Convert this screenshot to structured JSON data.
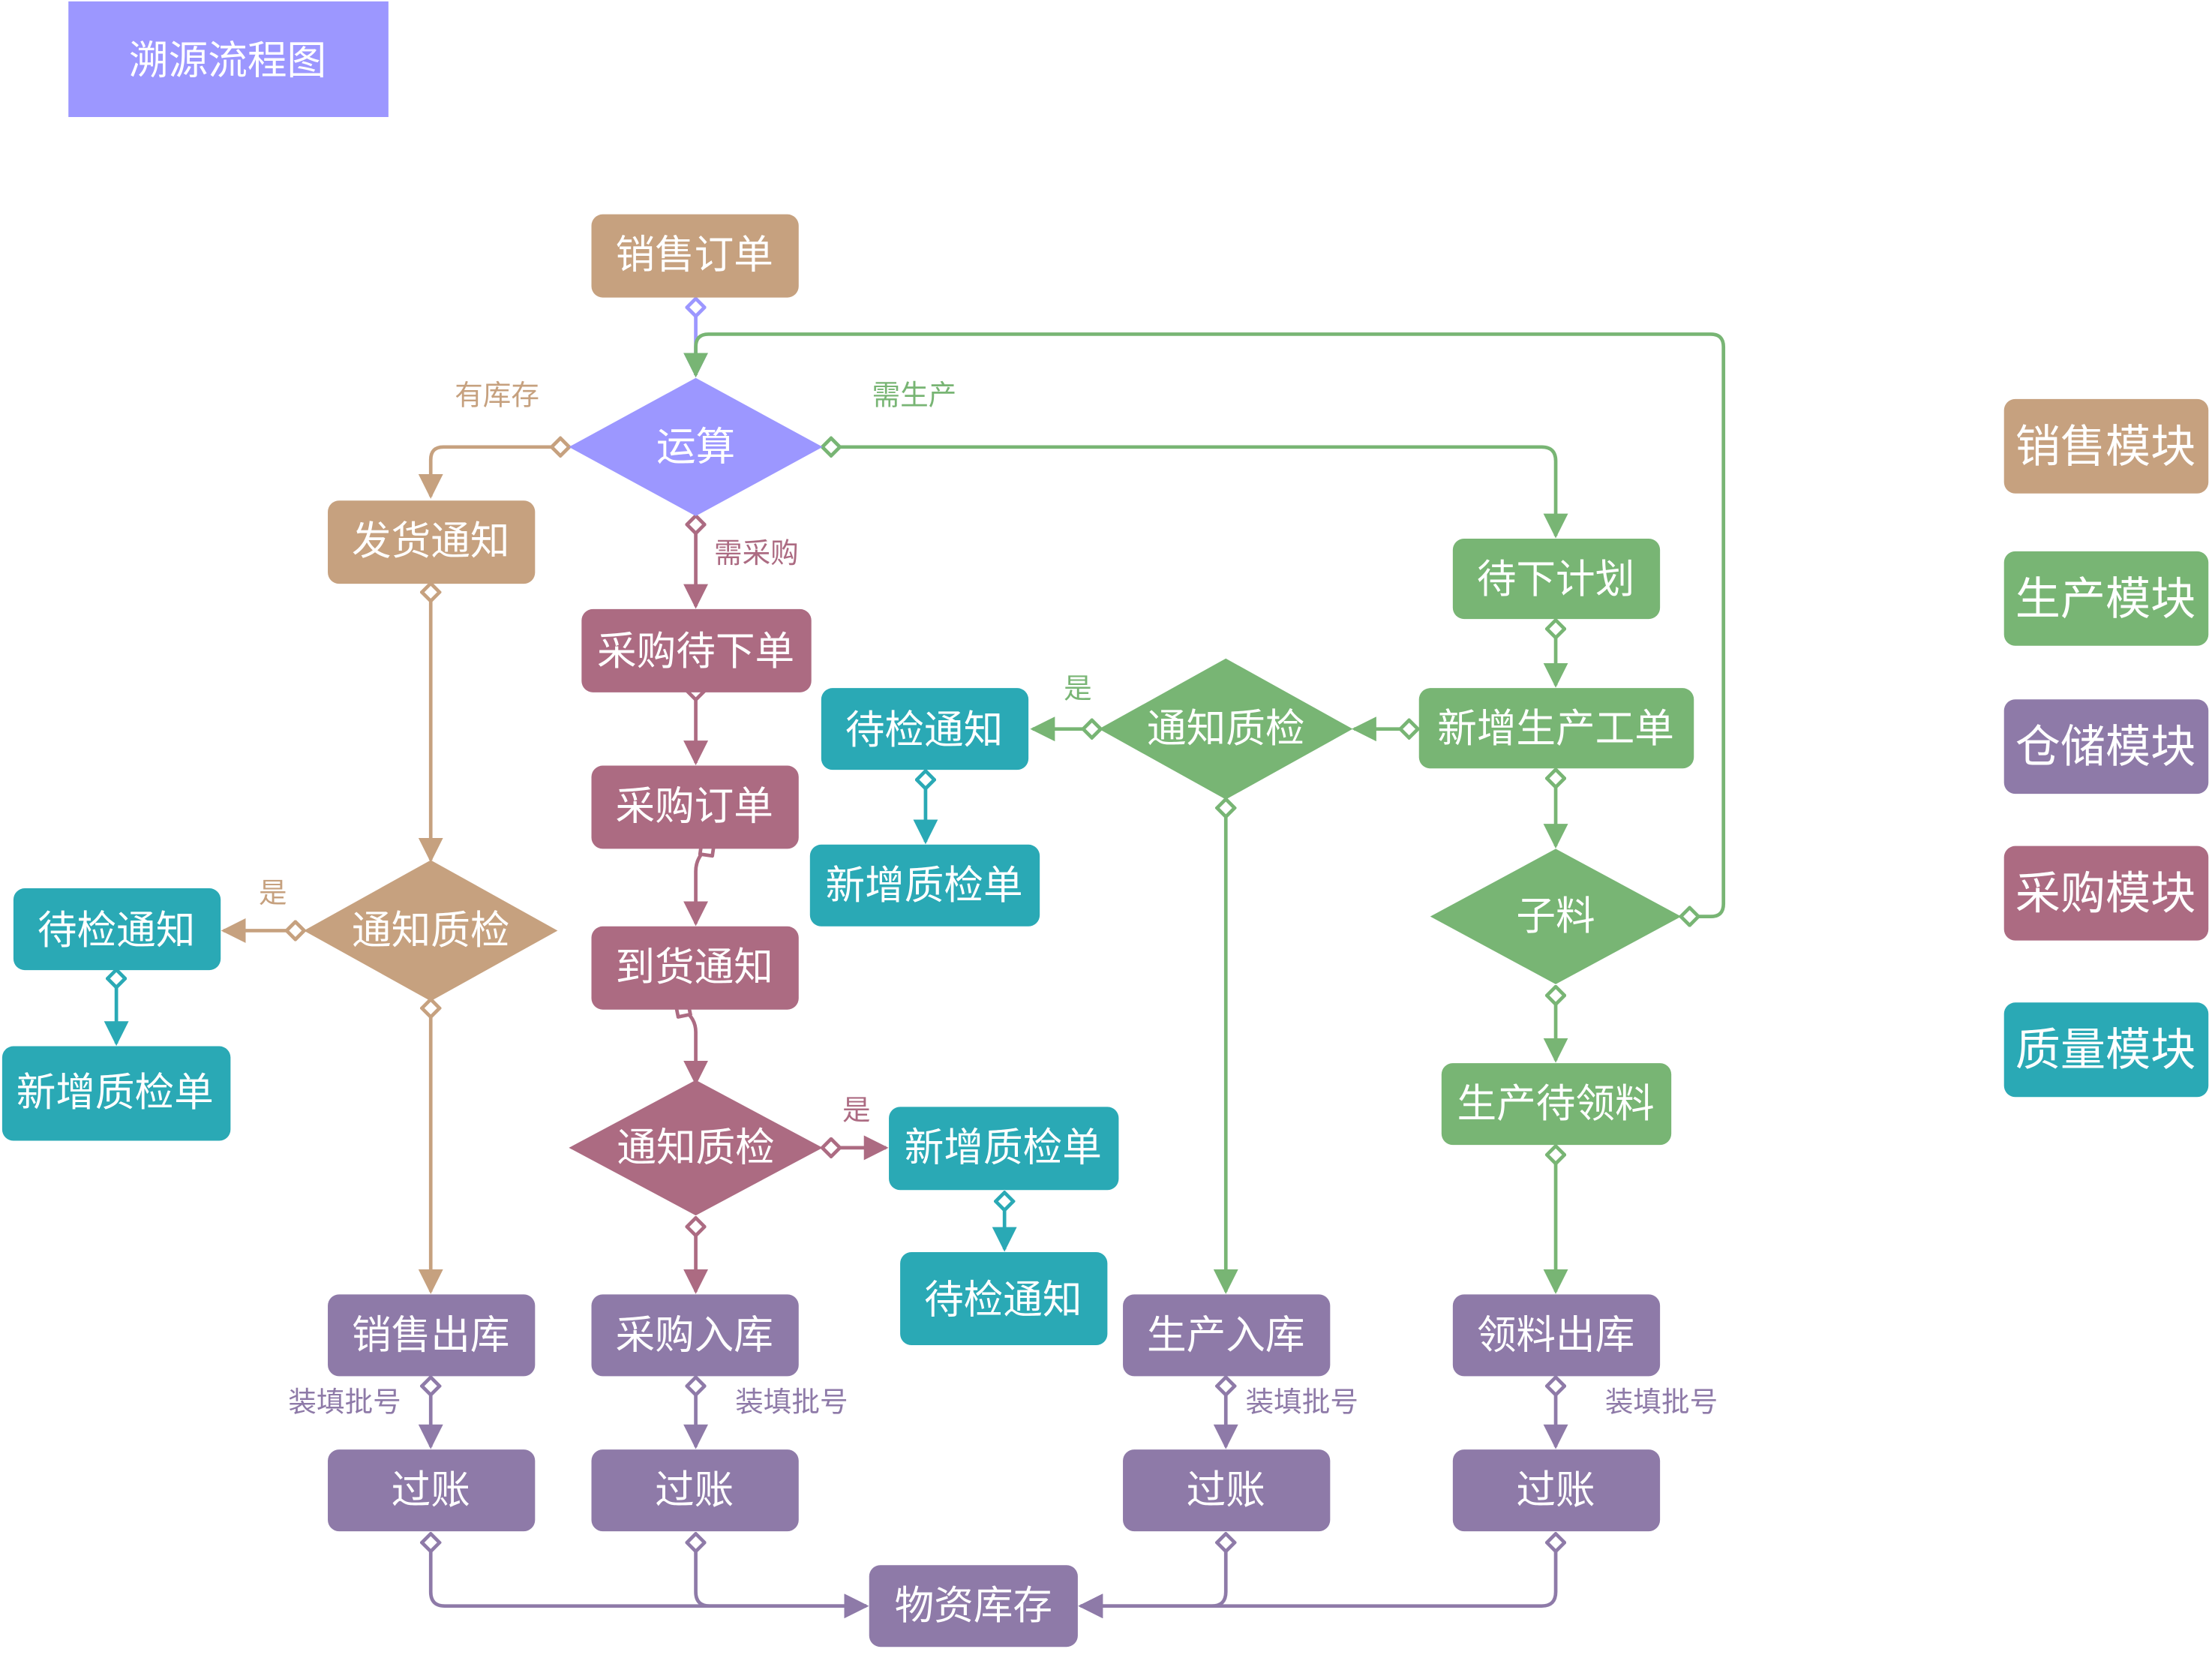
{
  "title": "溯源流程图",
  "colors": {
    "sales": "#c6a17f",
    "production": "#78b574",
    "warehouse": "#8e7aa8",
    "purchase": "#ac6b82",
    "quality": "#2aa9b5",
    "compute": "#9c97ff",
    "title_bg": "#9c97ff"
  },
  "legend": [
    {
      "label": "销售模块",
      "color": "#c6a17f"
    },
    {
      "label": "生产模块",
      "color": "#78b574"
    },
    {
      "label": "仓储模块",
      "color": "#8e7aa8"
    },
    {
      "label": "采购模块",
      "color": "#ac6b82"
    },
    {
      "label": "质量模块",
      "color": "#2aa9b5"
    }
  ],
  "nodes": {
    "sales_order": "销售订单",
    "compute": "运算",
    "ship_notice": "发货通知",
    "purchase_pending": "采购待下单",
    "purchase_order": "采购订单",
    "arrival_notice": "到货通知",
    "qc_notify_purchase": "通知质检",
    "new_qc_purchase": "新增质检单",
    "pending_inspect_purchase": "待检通知",
    "qc_notify_sales": "通知质检",
    "pending_inspect_sales": "待检通知",
    "new_qc_sales": "新增质检单",
    "plan_pending": "待下计划",
    "new_work_order": "新增生产工单",
    "qc_notify_prod": "通知质检",
    "pending_inspect_prod": "待检通知",
    "new_qc_prod": "新增质检单",
    "sub_material": "子料",
    "prod_pending_material": "生产待领料",
    "sales_outbound": "销售出库",
    "purchase_inbound": "采购入库",
    "prod_inbound": "生产入库",
    "material_outbound": "领料出库",
    "post_1": "过账",
    "post_2": "过账",
    "post_3": "过账",
    "post_4": "过账",
    "inventory": "物资库存"
  },
  "edge_labels": {
    "in_stock": "有库存",
    "need_production": "需生产",
    "need_purchase": "需采购",
    "yes_sales": "是",
    "yes_purchase": "是",
    "yes_prod": "是",
    "batch_1": "装填批号",
    "batch_2": "装填批号",
    "batch_3": "装填批号",
    "batch_4": "装填批号"
  }
}
